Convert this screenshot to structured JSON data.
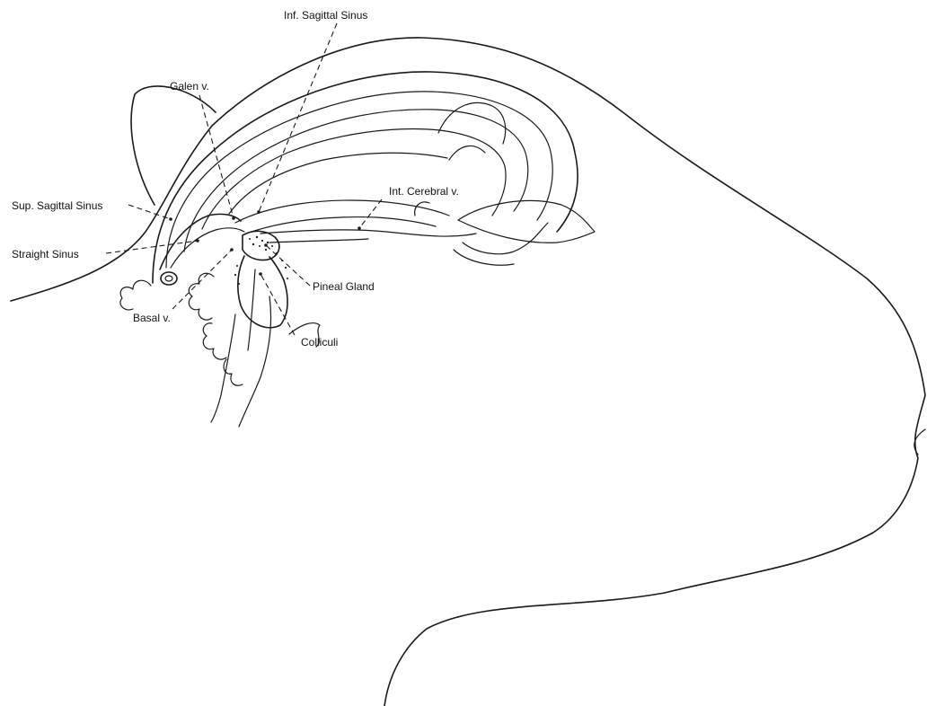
{
  "labels": {
    "inf_sagittal_sinus": "Inf. Sagittal Sinus",
    "galen_v": "Galen v.",
    "sup_sagittal_sinus": "Sup. Sagittal Sinus",
    "int_cerebral_v": "Int. Cerebral v.",
    "straight_sinus": "Straight Sinus",
    "pineal_gland": "Pineal Gland",
    "basal_v": "Basal v.",
    "colliculi": "Colliculi"
  }
}
